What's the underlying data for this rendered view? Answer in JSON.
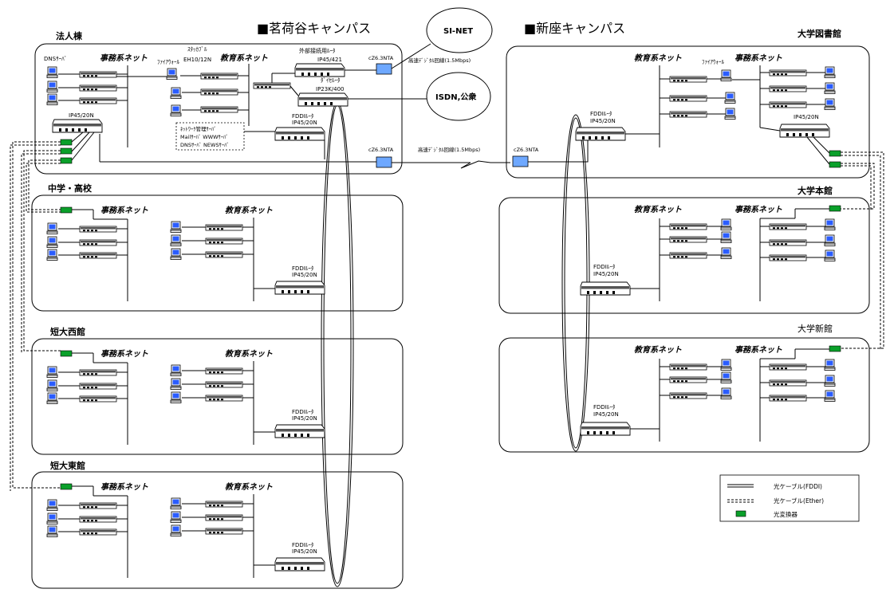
{
  "campuses": {
    "left": {
      "title": "■茗荷谷キャンパス"
    },
    "right": {
      "title": "■新座キャンパス"
    }
  },
  "clouds": {
    "sinet": "SI-NET",
    "isdn": "ISDN,公衆"
  },
  "labels": {
    "jimu": "事務系ネット",
    "kyoiku": "教育系ネット",
    "fddi_router": "FDDIﾙｰﾀ",
    "ip45_20n": "IP45/20N",
    "ip45_20n_lib": "IP45/20N",
    "ip45_20n_hojin": "IP45/20N",
    "ip45_421": "IP45/421",
    "ip23k_400": "IP23K/400",
    "gaibu_router": "外部接続用ﾙｰﾀ",
    "tasyo_router": "ﾀﾞｲｾﾙｰﾀ",
    "dns_server": "DNSｻｰﾊﾞ",
    "firewall": "ﾌｧｲｱｳｫｰﾙ",
    "firewall_r": "ﾌｧｲｱｳｫｰﾙ",
    "stackable": "ｽﾀｯｶﾌﾞﾙ",
    "eh_10_12n": "EH10/12N",
    "cz_left_top": "cZ6.3NTA",
    "cz_left_bottom": "cZ6.3NTA",
    "cz_right": "cZ6.3NTA",
    "kosoku_top": "高速ﾃﾞｼﾞﾀﾙ回線(1.5Mbps)",
    "kosoku_bottom": "高速ﾃﾞｼﾞﾀﾙ回線(1.5Mbps)",
    "servers_1": "ﾈｯﾄﾜｰｸ管理ｻｰﾊﾞ",
    "servers_2": "Mailｻｰﾊﾞ WWWｻｰﾊﾞ",
    "servers_3": "DNSｻｰﾊﾞ NEWSｻｰﾊﾞ"
  },
  "buildings": {
    "hojin": "法人棟",
    "chugaku": "中学・高校",
    "tandai_nishi": "短大西館",
    "tandai_higashi": "短大東館",
    "toshokan": "大学図書館",
    "honkan": "大学本館",
    "shinkan": "大学新館"
  },
  "legend": {
    "items": [
      {
        "label": "光ケーブル(FDDI)",
        "style": "double"
      },
      {
        "label": "光ケーブル(Ether)",
        "style": "dashed"
      },
      {
        "label": "光変換器",
        "style": "box"
      }
    ]
  },
  "colors": {
    "converter": "#0aa02a",
    "modem": "#6ea8ff",
    "screen": "#2a5cff"
  }
}
